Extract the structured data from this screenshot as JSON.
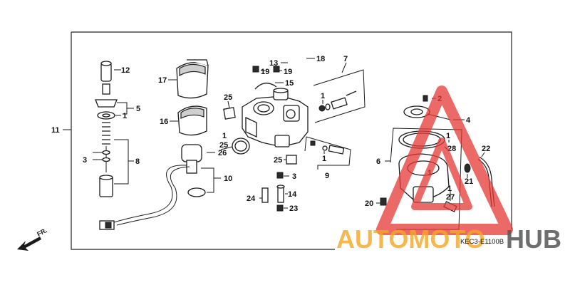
{
  "callouts": {
    "c1a": "1",
    "c1b": "1",
    "c1c": "1",
    "c1d": "1",
    "c1e": "1",
    "c1f": "1",
    "c1g": "1",
    "c2": "2",
    "c3a": "3",
    "c3b": "3",
    "c4": "4",
    "c5": "5",
    "c6": "6",
    "c7": "7",
    "c8": "8",
    "c9": "9",
    "c10": "10",
    "c11": "11",
    "c12": "12",
    "c13": "13",
    "c14": "14",
    "c15": "15",
    "c16": "16",
    "c17": "17",
    "c18": "18",
    "c19a": "19",
    "c19b": "19",
    "c20": "20",
    "c21": "21",
    "c22": "22",
    "c23": "23",
    "c24": "24",
    "c25a": "25",
    "c25b": "25",
    "c25c": "25",
    "c26": "26",
    "c27": "27",
    "c28": "28"
  },
  "diagram_code": "KEC3-E1100B",
  "direction_label": "FR.",
  "watermark": {
    "part1": "AUTOMOTO",
    "part2": "HUB",
    "color_orange": "#f5a623",
    "color_gray": "#555555",
    "color_red": "#e53935"
  }
}
